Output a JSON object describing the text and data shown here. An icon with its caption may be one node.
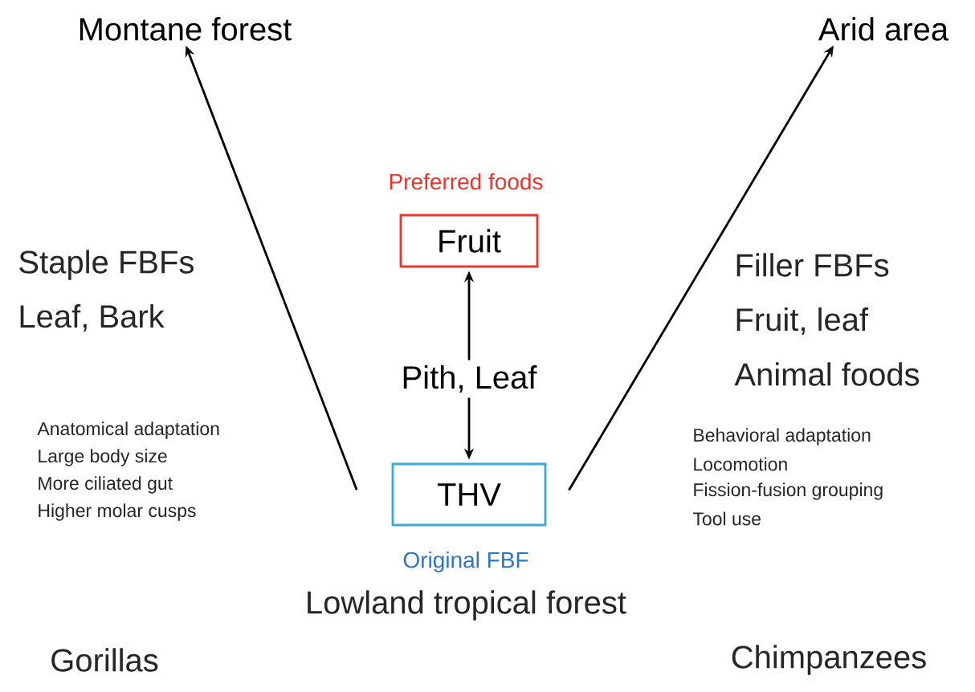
{
  "diagram": {
    "nodes": [
      {
        "text": [
          "Montane forest"
        ]
      },
      {
        "text": [
          "Arid area"
        ]
      },
      {
        "text": [
          "Fruit"
        ],
        "beside": [
          "Preferred foods"
        ]
      },
      {
        "text": [
          "Pith, Leaf"
        ]
      },
      {
        "text": [
          "THV"
        ],
        "beside": [
          "Original FBF"
        ]
      }
    ],
    "edges": [
      {
        "from": 3,
        "to": 2,
        "arrow": "to"
      },
      {
        "from": 3,
        "to": 4,
        "arrow": "to"
      },
      {
        "from": 4,
        "to": 0,
        "arrow": "to"
      },
      {
        "from": 4,
        "to": 1,
        "arrow": "to"
      }
    ],
    "labels": [
      "Staple FBFs",
      "Leaf, Bark",
      "Filler FBFs",
      "Fruit, leaf",
      "Animal foods",
      "Anatomical adaptation",
      "Large body size",
      "More ciliated gut",
      "Higher molar cusps",
      "Behavioral adaptation",
      "Locomotion",
      "Fission-fusion grouping",
      "Tool use",
      "Lowland tropical forest",
      "Gorillas",
      "Chimpanzees"
    ]
  }
}
